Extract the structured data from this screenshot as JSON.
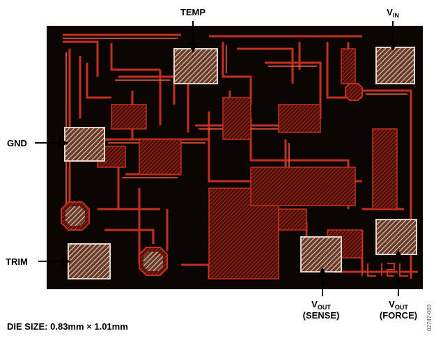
{
  "colors": {
    "die_background": "#0b0503",
    "metal_trace": "#c4301e",
    "metal_highlight": "#ff5a3a",
    "bond_pad": "#e6d5c6",
    "label_arrow": "#000000"
  },
  "labels": {
    "temp": "TEMP",
    "vin_main": "V",
    "vin_sub": "IN",
    "gnd": "GND",
    "trim": "TRIM",
    "vout_sense_main": "V",
    "vout_sense_sub": "OUT",
    "vout_sense_desc": "(SENSE)",
    "vout_force_main": "V",
    "vout_force_sub": "OUT",
    "vout_force_desc": "(FORCE)"
  },
  "caption": {
    "prefix": "DIE SIZE: 0.83mm ",
    "times": "×",
    "suffix": " 1.01mm"
  },
  "figure_ref": "02747-003"
}
